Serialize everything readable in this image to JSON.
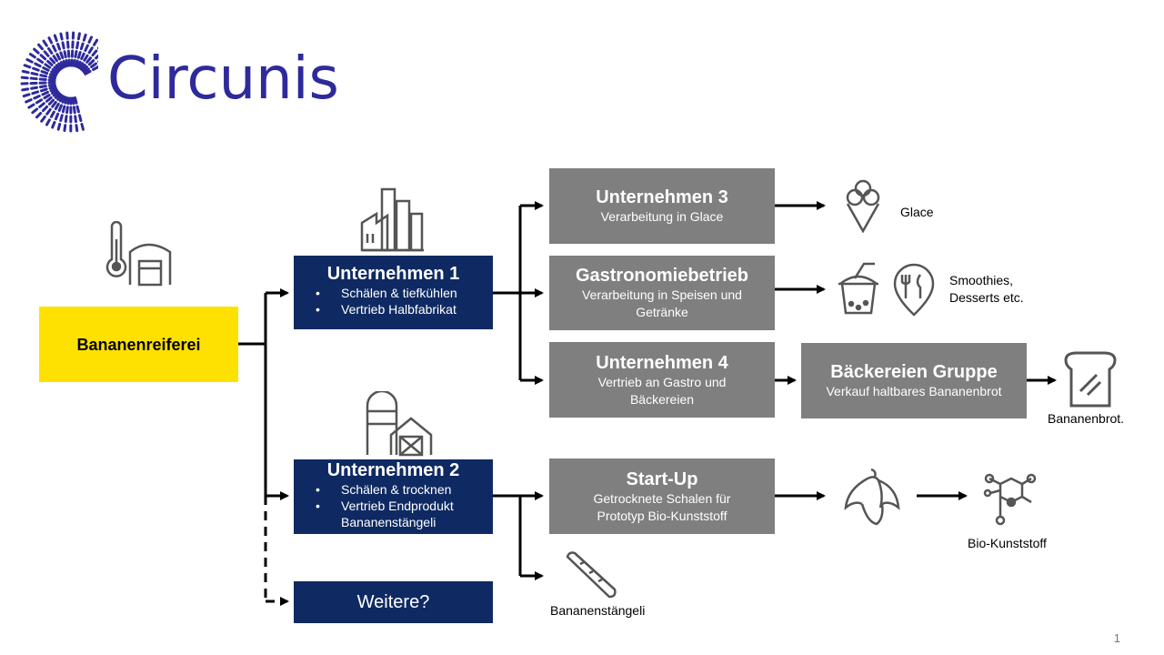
{
  "brand": {
    "name": "Circunis",
    "color": "#2e2a9b"
  },
  "nodes": {
    "root": {
      "title": "Bananenreiferei"
    },
    "u1": {
      "title": "Unternehmen 1",
      "bullets": [
        "Schälen & tiefkühlen",
        "Vertrieb Halbfabrikat"
      ]
    },
    "u2": {
      "title": "Unternehmen 2",
      "bullets": [
        "Schälen & trocknen",
        "Vertrieb Endprodukt Bananenstängeli"
      ]
    },
    "weitere": {
      "title": "Weitere?"
    },
    "u3": {
      "title": "Unternehmen 3",
      "subtitle": "Verarbeitung in Glace"
    },
    "gastro": {
      "title": "Gastronomiebetrieb",
      "subtitle": "Verarbeitung in Speisen und Getränke"
    },
    "u4": {
      "title": "Unternehmen 4",
      "subtitle": "Vertrieb an Gastro und Bäckereien"
    },
    "baeck": {
      "title": "Bäckereien Gruppe",
      "subtitle": "Verkauf haltbares Bananenbrot"
    },
    "startup": {
      "title": "Start-Up",
      "subtitle": "Getrocknete Schalen für Prototyp Bio-Kunststoff"
    }
  },
  "outputs": {
    "glace": "Glace",
    "smoothies_line1": "Smoothies,",
    "smoothies_line2": "Desserts etc.",
    "bananenbrot": "Bananenbrot.",
    "biokunststoff": "Bio-Kunststoff",
    "bananenstaengeli": "Bananenstängeli"
  },
  "icons": {
    "root": "thermometer-warehouse-icon",
    "u1": "factory-icon",
    "u2": "silo-barn-icon",
    "glace": "ice-cream-icon",
    "smoothie": "smoothie-cup-icon",
    "restaurant": "restaurant-pin-icon",
    "bread": "bread-slice-icon",
    "peel": "banana-peel-icon",
    "molecule": "molecule-icon",
    "stick": "banana-stick-icon"
  },
  "colors": {
    "yellow": "#ffe100",
    "navy": "#0f2a62",
    "grey": "#7f7f7f"
  },
  "page_number": "1"
}
